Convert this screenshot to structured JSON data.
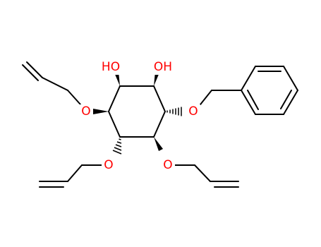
{
  "colors": {
    "bond": "#000000",
    "oxygen": "#ff0000",
    "background": "#ffffff"
  },
  "labels": {
    "ho_left": "HO",
    "oh_right": "OH",
    "o_allyl_left": "O",
    "o_benzyl": "O",
    "o_allyl_bottom_left": "O",
    "o_allyl_bottom_right": "O"
  }
}
